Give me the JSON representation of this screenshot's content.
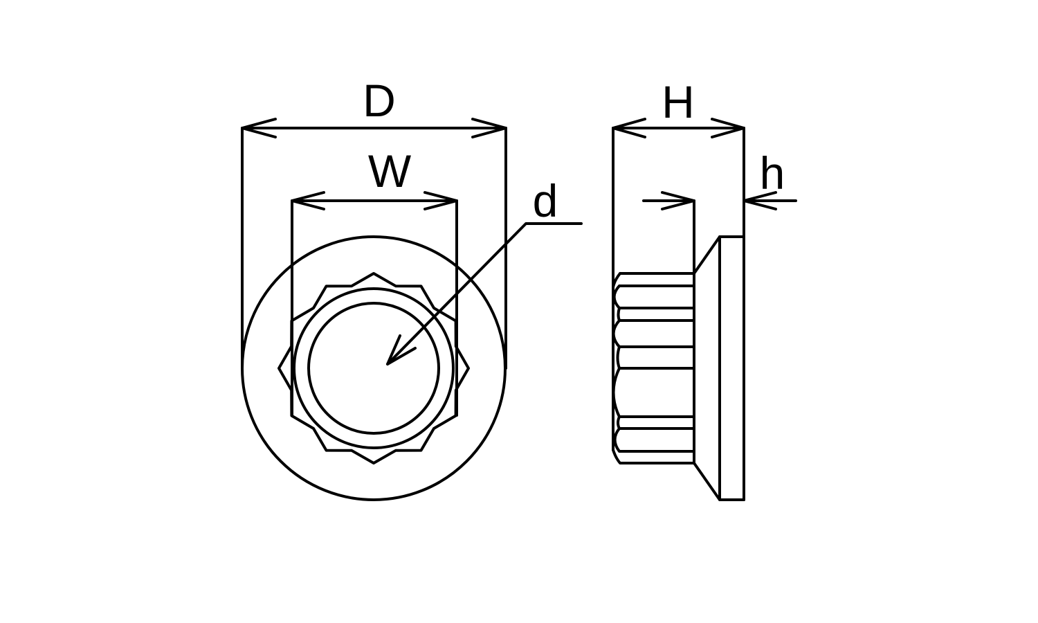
{
  "labels": {
    "outer_diameter": "D",
    "width_across_flats": "W",
    "thread_diameter": "d",
    "height": "H",
    "flange_thickness": "h"
  },
  "colors": {
    "line": "#000000",
    "background": "#ffffff"
  }
}
